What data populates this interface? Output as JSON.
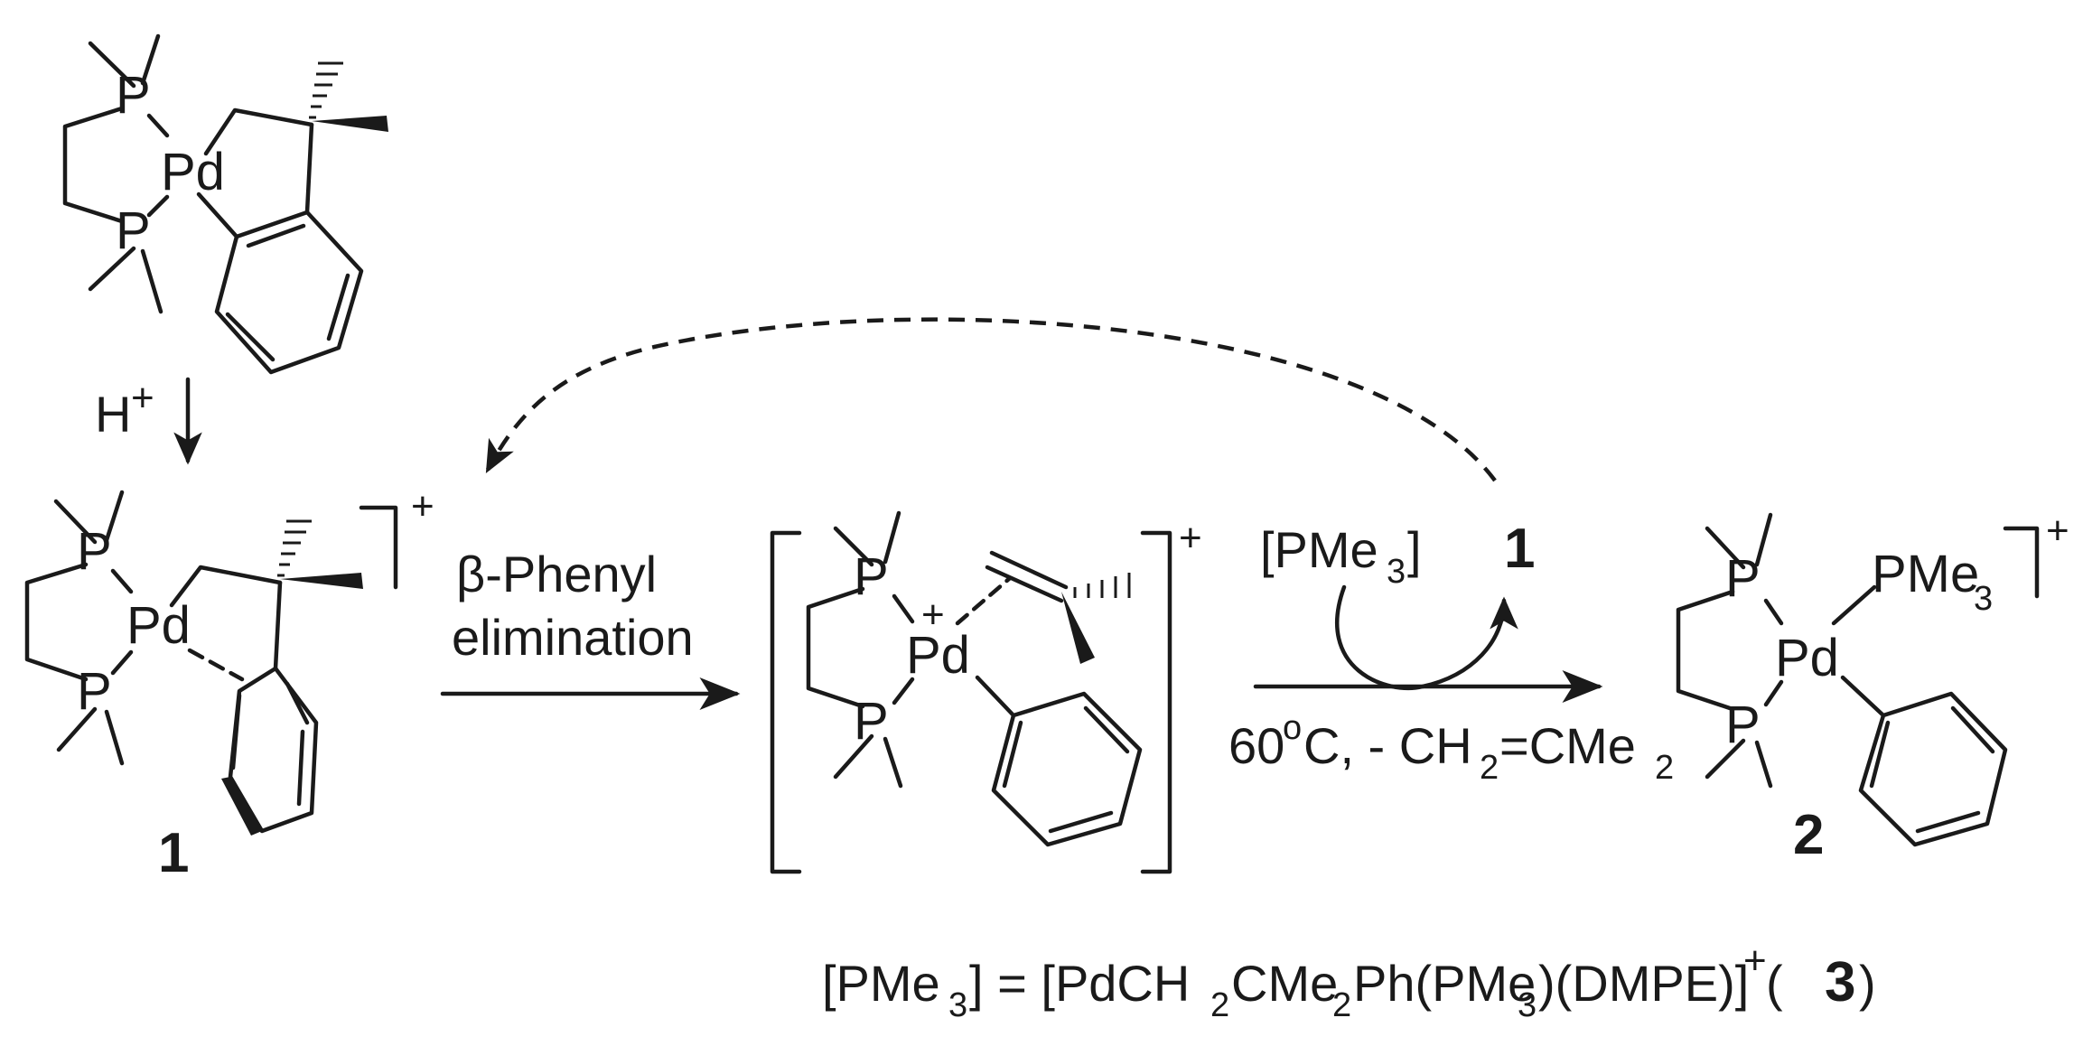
{
  "atoms": {
    "P": "P",
    "Pd": "Pd"
  },
  "charges": {
    "plus": "+"
  },
  "reagents": {
    "acid": "H",
    "acid_charge": "+",
    "beta_elim_line1": "β-Phenyl",
    "beta_elim_line2": "elimination",
    "catalyst_pre": "[PMe",
    "catalyst_sub": "3",
    "catalyst_post": "]",
    "regen_label": "1",
    "conditions_pre": "60",
    "conditions_sup": "o",
    "conditions_mid": "C, - CH",
    "conditions_sub1": "2",
    "conditions_mid2": "=CMe",
    "conditions_sub2": "2"
  },
  "ligand_label": {
    "pre": "PMe",
    "sub": "3"
  },
  "compounds": {
    "c1": "1",
    "c2": "2"
  },
  "footnote": {
    "lhs_pre": "[PMe",
    "lhs_sub": "3",
    "eq": "] = [PdCH",
    "sub1": "2",
    "mid1": "CMe",
    "sub2": "2",
    "mid2": "Ph(PMe",
    "sub3": "3",
    "mid3": ")(DMPE)]",
    "sup": "+",
    "open": " (",
    "num": "3",
    "close": ")"
  },
  "colors": {
    "ink": "#1a1a1a",
    "background": "#ffffff"
  }
}
